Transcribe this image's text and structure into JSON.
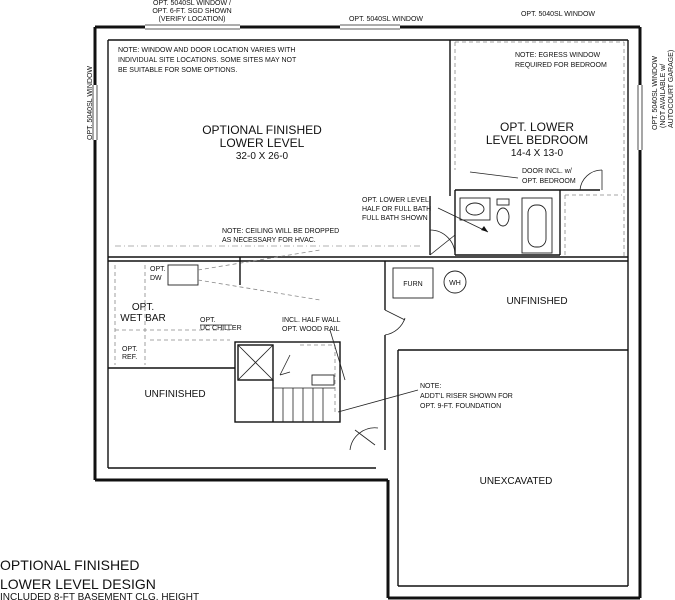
{
  "notes": {
    "window_top_left": [
      "OPT. 5040SL WINDOW /",
      "OPT. 6-FT. SGD SHOWN",
      "(VERIFY LOCATION)"
    ],
    "window_top_mid": "OPT. 5040SL WINDOW",
    "window_top_right": "OPT. 5040SL WINDOW",
    "window_left": "OPT. 5040SL WINDOW",
    "window_right": [
      "OPT. 5040SL WINDOW",
      "(NOT AVAILABLE w/",
      "AUTOCOURT GARAGE)"
    ],
    "site_note": [
      "NOTE: WINDOW AND DOOR LOCATION VARIES WITH",
      "INDIVIDUAL SITE LOCATIONS. SOME SITES MAY NOT",
      "BE SUITABLE FOR SOME OPTIONS."
    ],
    "egress_note": [
      "NOTE: EGRESS WINDOW",
      "REQUIRED FOR BEDROOM"
    ],
    "ceiling_note": [
      "NOTE: CEILING WILL BE DROPPED",
      "AS NECESSARY FOR HVAC."
    ],
    "riser_note": [
      "NOTE:",
      "ADDT'L RISER SHOWN FOR",
      "OPT. 9-FT. FOUNDATION"
    ],
    "door_note": [
      "DOOR INCL. w/",
      "OPT. BEDROOM"
    ],
    "bath_note": [
      "OPT. LOWER LEVEL",
      "HALF OR FULL BATH",
      "FULL BATH SHOWN"
    ],
    "rail_note": [
      "INCL. HALF WALL",
      "OPT. WOOD RAIL"
    ]
  },
  "rooms": {
    "finished": [
      "OPTIONAL FINISHED",
      "LOWER LEVEL",
      "32-0 X 26-0"
    ],
    "bedroom": [
      "OPT. LOWER",
      "LEVEL BEDROOM",
      "14-4 X 13-0"
    ],
    "unfinished_right": "UNFINISHED",
    "unfinished_left": "UNFINISHED",
    "unexcavated": "UNEXCAVATED",
    "wet_bar": [
      "OPT.",
      "WET BAR"
    ],
    "dw": [
      "OPT.",
      "DW"
    ],
    "uc_chiller": [
      "OPT.",
      "UC CHILLER"
    ],
    "ref": [
      "OPT.",
      "REF."
    ],
    "furnace": "FURN",
    "water_heater": "WH"
  },
  "title": [
    "OPTIONAL FINISHED",
    "LOWER LEVEL DESIGN",
    "INCLUDED 8-FT BASEMENT CLG. HEIGHT"
  ]
}
